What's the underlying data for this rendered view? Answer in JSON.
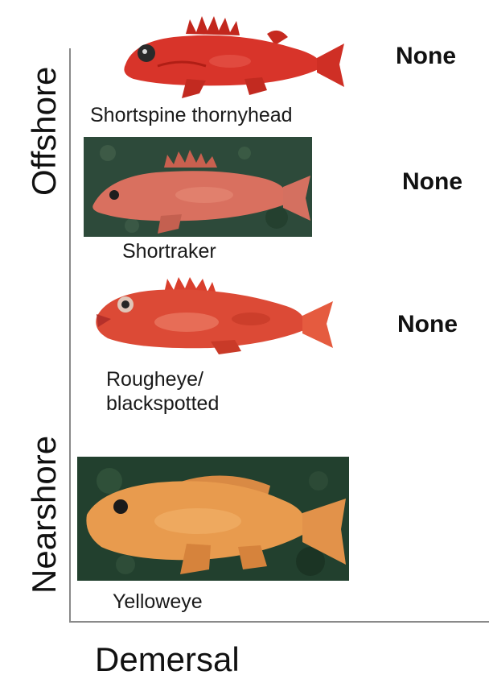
{
  "axes": {
    "x_label": "Demersal",
    "y_label_top": "Offshore",
    "y_label_bottom": "Nearshore"
  },
  "species": [
    {
      "name": "Shortspine thornyhead",
      "status": "None",
      "color": "#d8342a",
      "background": "white"
    },
    {
      "name": "Shortraker",
      "status": "None",
      "color": "#d9705f",
      "background": "dark-green-seafloor"
    },
    {
      "name": "Rougheye/\nblackspotted",
      "status": "None",
      "color": "#dc4a36",
      "background": "white"
    },
    {
      "name": "Yelloweye",
      "status": "",
      "color": "#e89b4e",
      "background": "dark-green-seafloor"
    }
  ]
}
